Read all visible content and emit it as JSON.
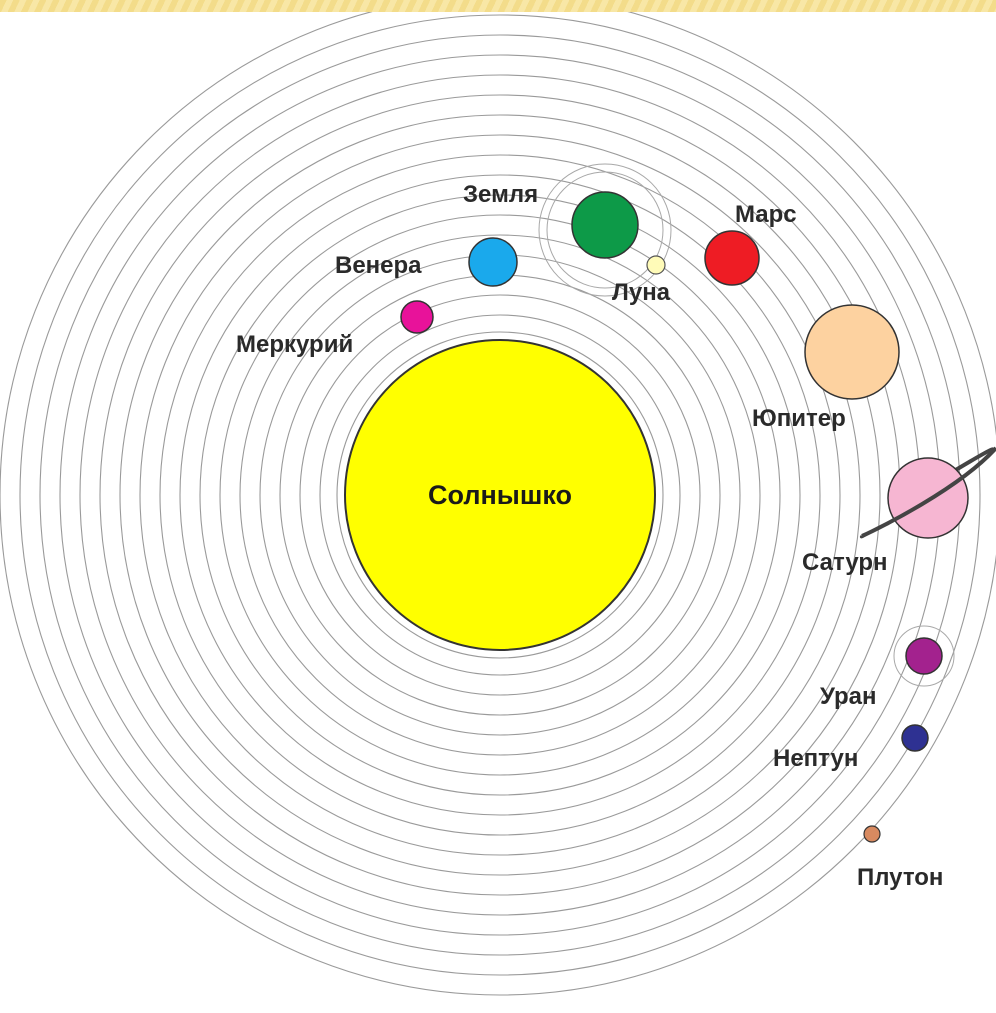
{
  "diagram": {
    "sun": {
      "label": "Солнышко",
      "color": "#ffff00"
    },
    "planets": [
      {
        "key": "mercury",
        "label": "Меркурий",
        "color": "#e8129a"
      },
      {
        "key": "venus",
        "label": "Венера",
        "color": "#1aa9ec"
      },
      {
        "key": "earth",
        "label": "Земля",
        "color": "#0d9a48"
      },
      {
        "key": "moon",
        "label": "Луна",
        "color": "#fffbb8"
      },
      {
        "key": "mars",
        "label": "Марс",
        "color": "#ee1c24"
      },
      {
        "key": "jupiter",
        "label": "Юпитер",
        "color": "#fdd2a0"
      },
      {
        "key": "saturn",
        "label": "Сатурн",
        "color": "#f6b6d2"
      },
      {
        "key": "uranus",
        "label": "Уран",
        "color": "#a3228e"
      },
      {
        "key": "neptune",
        "label": "Нептун",
        "color": "#2e3192"
      },
      {
        "key": "pluto",
        "label": "Плутон",
        "color": "#d88a60"
      }
    ]
  }
}
